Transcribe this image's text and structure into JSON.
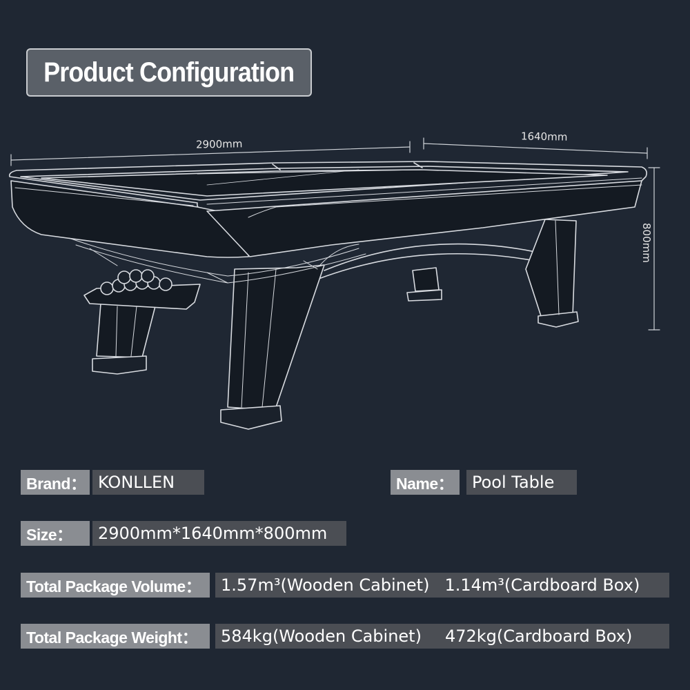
{
  "title": "Product Configuration",
  "dimensions": {
    "width": "2900mm",
    "depth": "1640mm",
    "height": "800mm"
  },
  "specs": {
    "brand_label": "Brand：",
    "brand_value": "KONLLEN",
    "name_label": "Name：",
    "name_value": "Pool Table",
    "size_label": "Size：",
    "size_value": "2900mm*1640mm*800mm",
    "volume_label": "Total Package Volume：",
    "volume_wooden": "1.57m³(Wooden Cabinet)",
    "volume_cardboard": "1.14m³(Cardboard Box)",
    "weight_label": "Total Package Weight：",
    "weight_wooden": "584kg(Wooden Cabinet)",
    "weight_cardboard": "472kg(Cardboard Box)"
  },
  "colors": {
    "background": "#1f2733",
    "label_bg": "#8a8d92",
    "value_bg": "#4b4e54",
    "line": "#d8dbe0"
  }
}
